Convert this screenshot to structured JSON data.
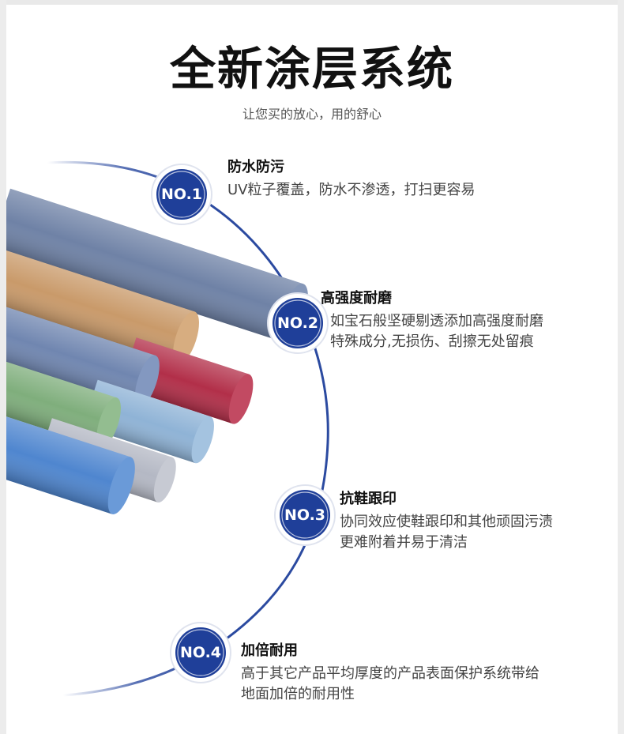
{
  "header": {
    "title": "全新涂层系统",
    "subtitle": "让您买的放心，用的舒心"
  },
  "colors": {
    "badge_fill": "#1f3f99",
    "arc": "#2b4aa0",
    "text_dark": "#111111",
    "text_body": "#444444"
  },
  "features": [
    {
      "badge": "NO.1",
      "title": "防水防污",
      "desc_lines": [
        "UV粒子覆盖，防水不渗透，打扫更容易"
      ]
    },
    {
      "badge": "NO.2",
      "title": "高强度耐磨",
      "desc_lines": [
        "如宝石般坚硬剔透添加高强度耐磨",
        "特殊成分,无损伤、刮擦无处留痕"
      ]
    },
    {
      "badge": "NO.3",
      "title": "抗鞋跟印",
      "desc_lines": [
        "协同效应使鞋跟印和其他顽固污渍",
        "更难附着并易于清洁"
      ]
    },
    {
      "badge": "NO.4",
      "title": "加倍耐用",
      "desc_lines": [
        "高于其它产品平均厚度的产品表面保护系统带给",
        "地面加倍的耐用性"
      ]
    }
  ],
  "product_image": {
    "rolls": [
      "grey-blue",
      "tan",
      "red",
      "blue-speckle",
      "light-blue",
      "green",
      "silver",
      "bright-blue"
    ]
  }
}
